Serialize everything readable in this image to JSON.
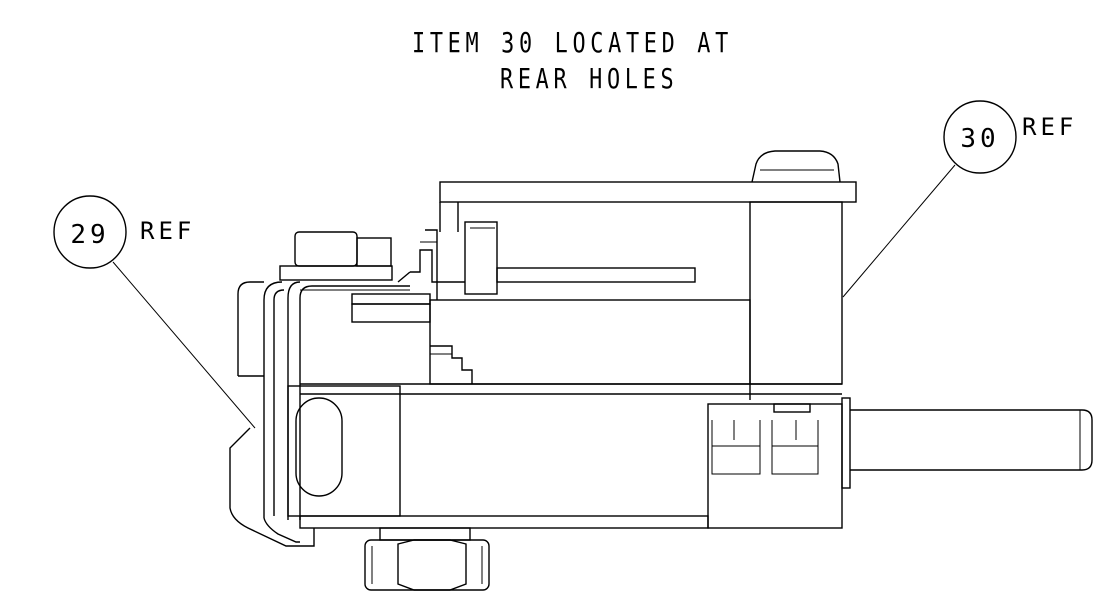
{
  "note": {
    "line1": "ITEM 30 LOCATED AT",
    "line2": "REAR HOLES"
  },
  "callouts": [
    {
      "number": "29",
      "suffix": "REF"
    },
    {
      "number": "30",
      "suffix": "REF"
    }
  ],
  "colors": {
    "line": "#000000",
    "background": "#ffffff"
  }
}
